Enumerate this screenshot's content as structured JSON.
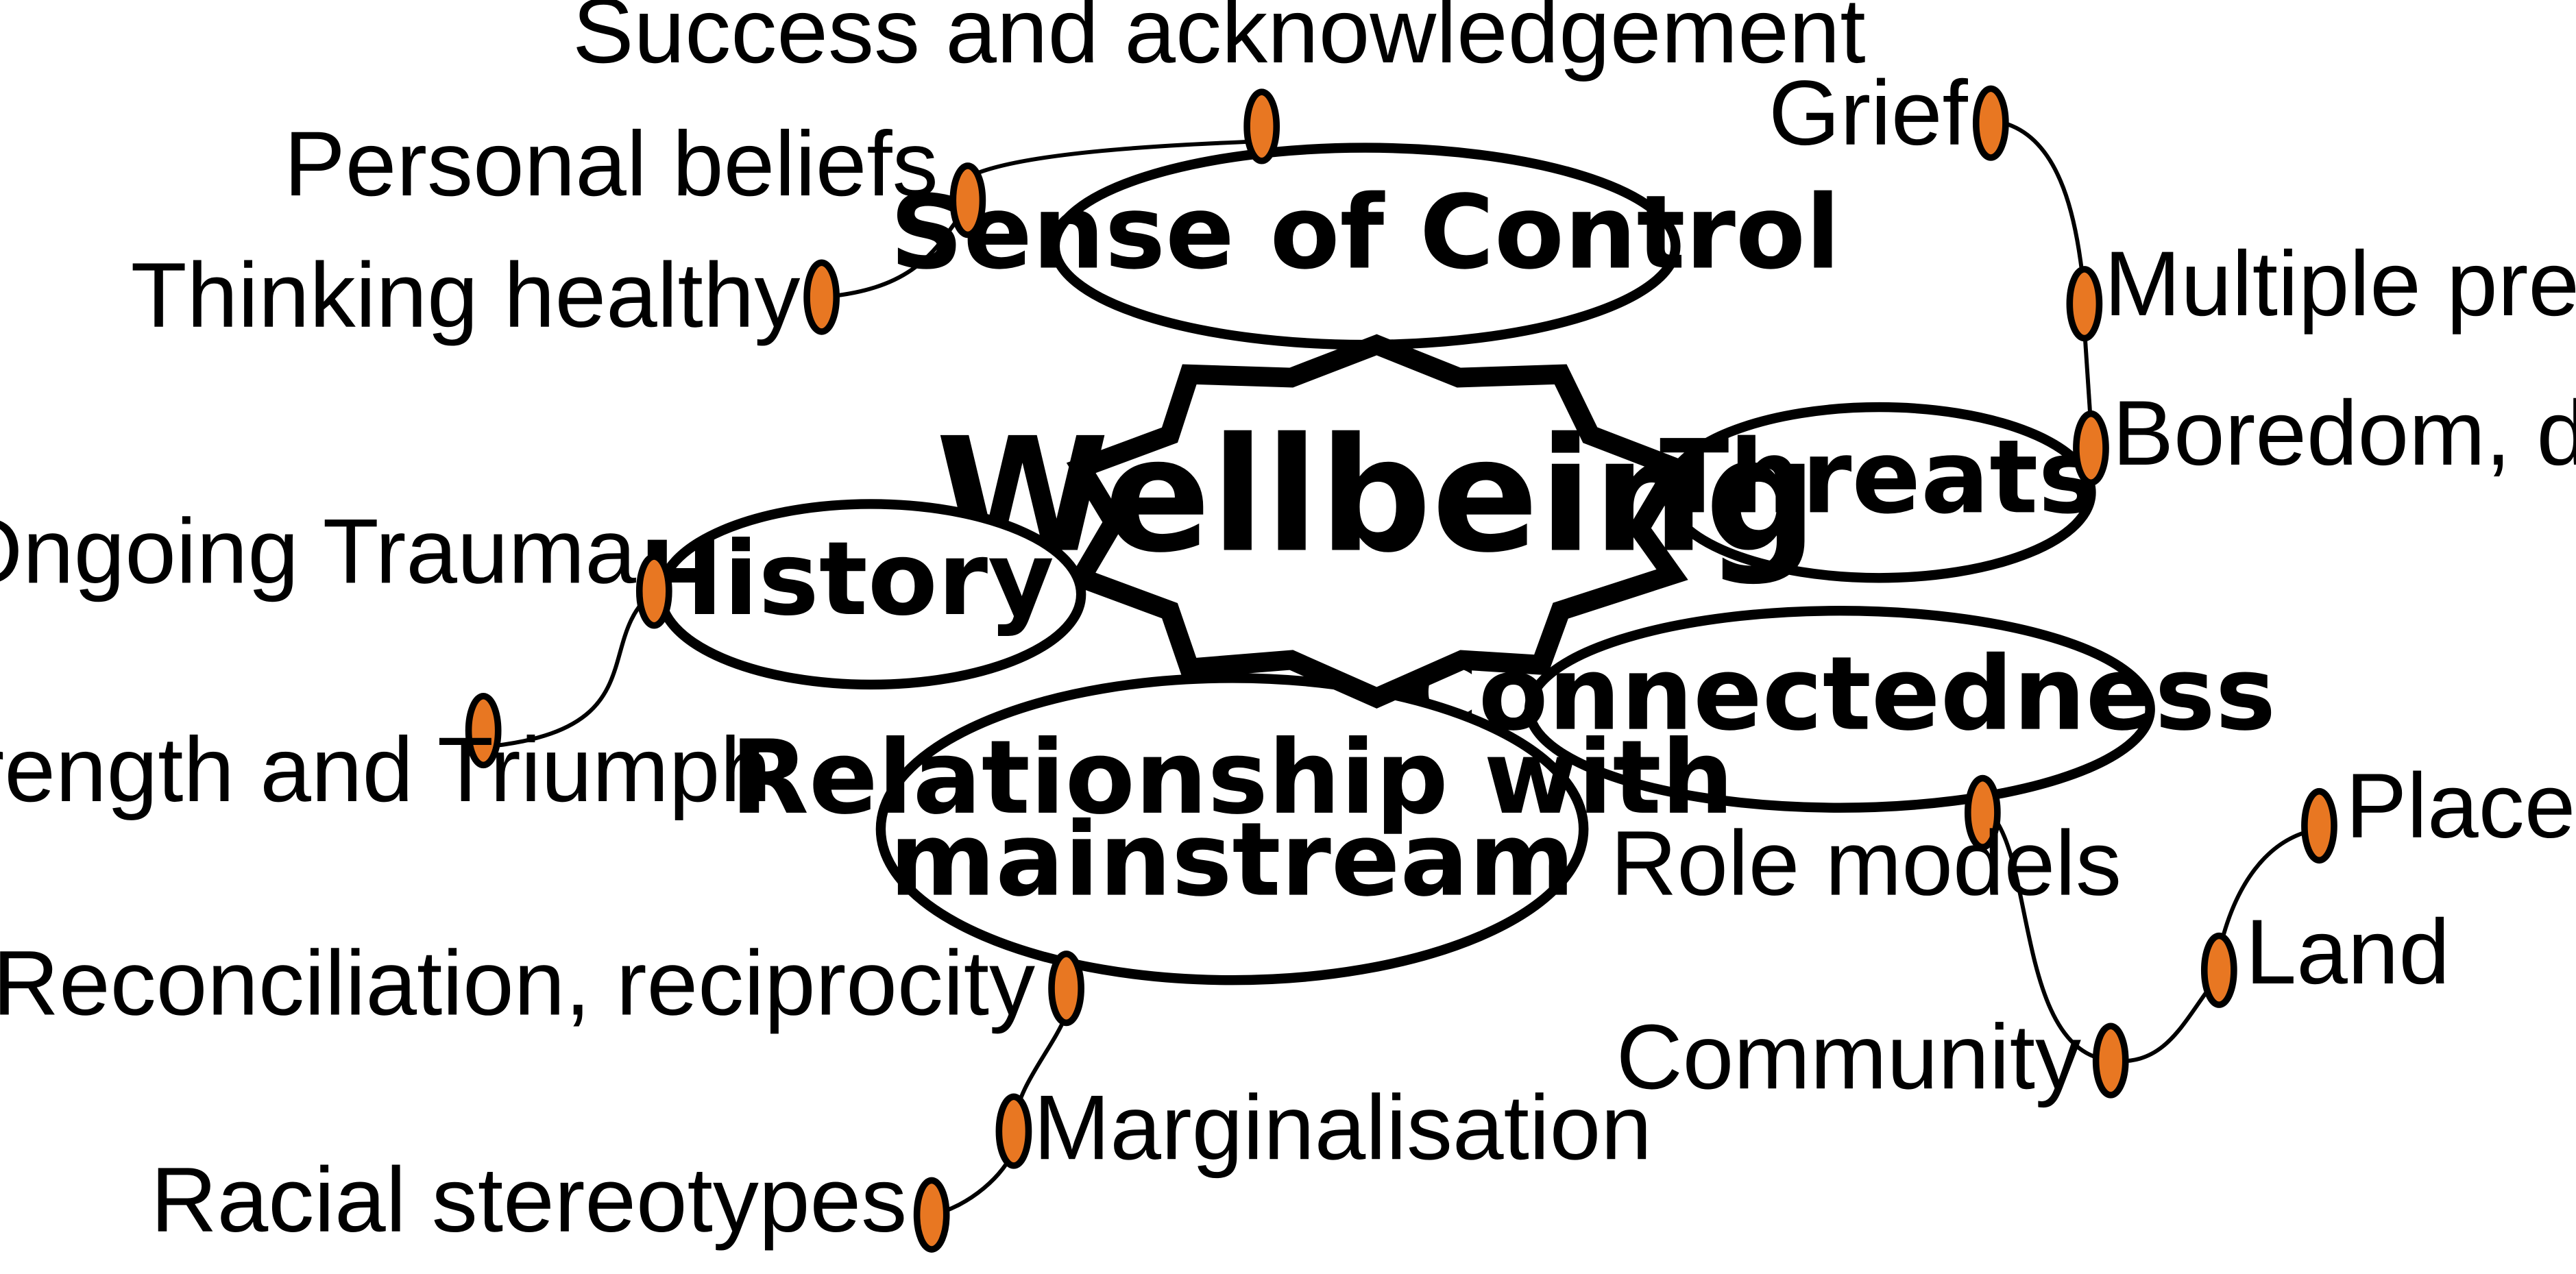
{
  "center": {
    "label": "Wellbeing"
  },
  "themes": {
    "sense_of_control": {
      "label": "Sense of Control"
    },
    "threats": {
      "label": "Threats"
    },
    "history": {
      "label": "History"
    },
    "connectedness": {
      "label": "Connectedness"
    },
    "relationship": {
      "line1": "Relationship with",
      "line2": "mainstream"
    }
  },
  "leaves": {
    "success": "Success and acknowledgement",
    "personal_beliefs": "Personal beliefs",
    "thinking_healthy": "Thinking healthy",
    "grief": "Grief",
    "multiple_pressures": "Multiple pressures",
    "boredom": "Boredom, drugs, alcohol",
    "ongoing_trauma": "Ongoing Trauma",
    "strength": "Strength and Triumph",
    "role_models": "Role models",
    "place": "Place",
    "land": "Land",
    "community": "Community",
    "reconciliation": "Reconciliation, reciprocity",
    "marginalisation": "Marginalisation",
    "racial_stereotypes": "Racial stereotypes"
  },
  "colors": {
    "node_fill": "#E87722",
    "stroke": "#000000",
    "background": "#ffffff"
  }
}
